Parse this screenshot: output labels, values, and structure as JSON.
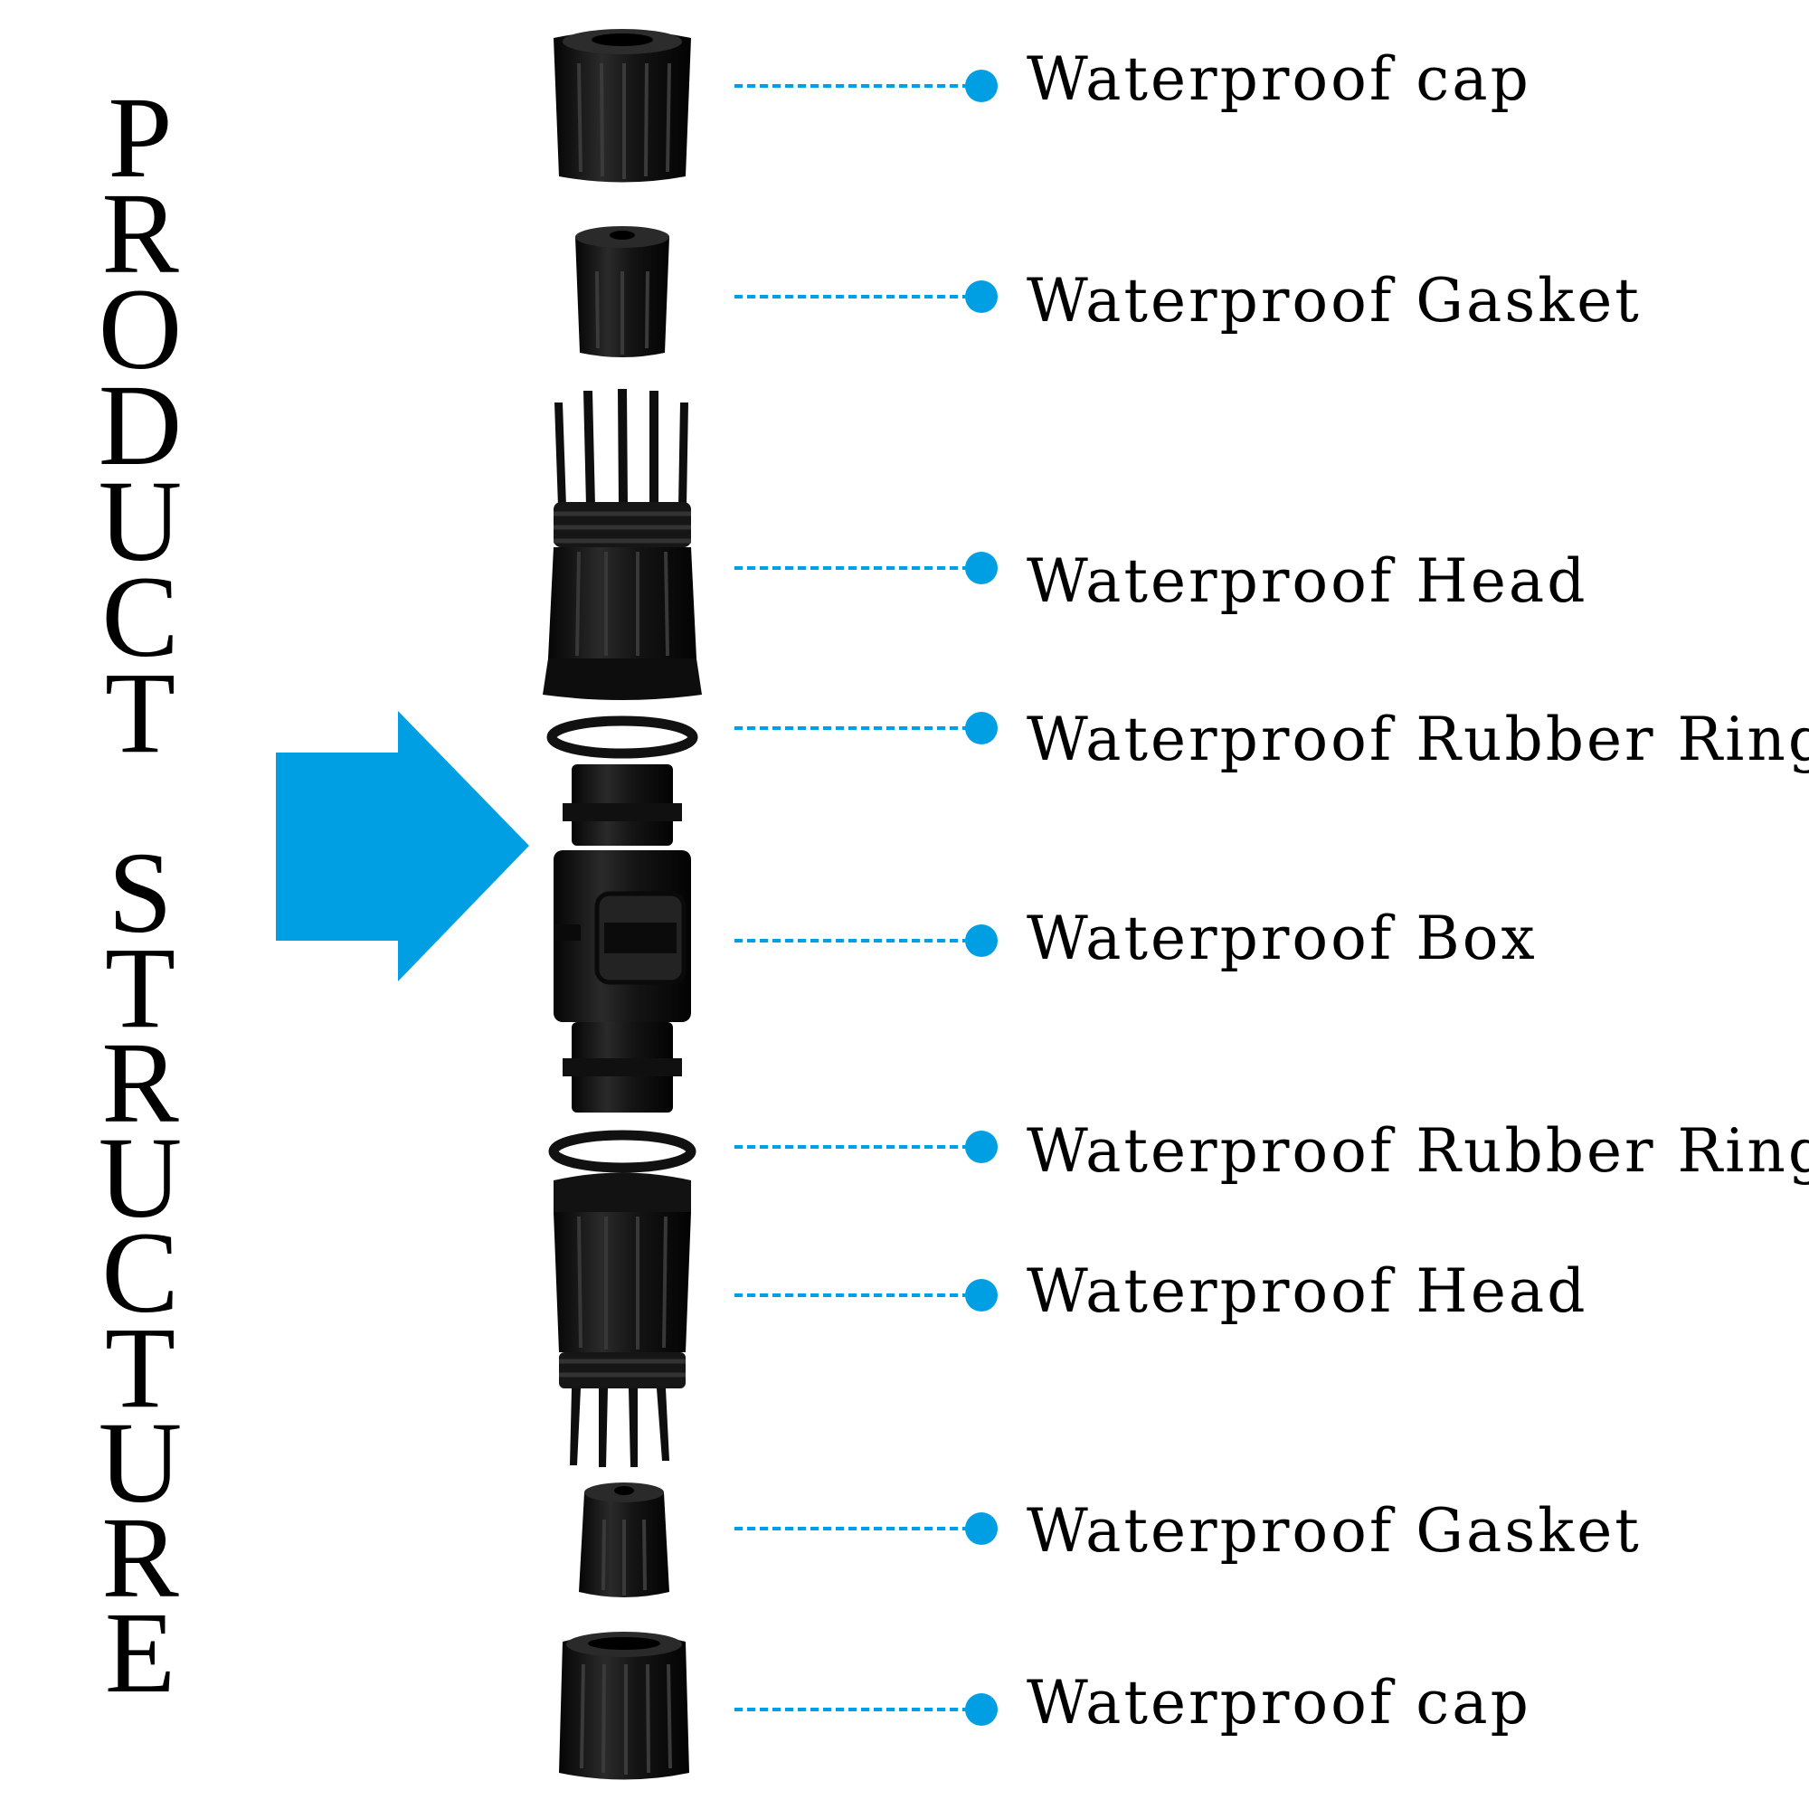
{
  "diagram": {
    "title_line1": "PRODUCT",
    "title_line2": "STRUCTURE",
    "accent_color": "#009fe3",
    "part_color": "#151515",
    "arrow_icon": "right-arrow-icon",
    "labels": [
      "Waterproof cap",
      "Waterproof Gasket",
      "Waterproof Head",
      "Waterproof Rubber Ring",
      "Waterproof Box",
      "Waterproof Rubber Ring",
      "Waterproof Head",
      "Waterproof Gasket",
      "Waterproof cap"
    ]
  }
}
